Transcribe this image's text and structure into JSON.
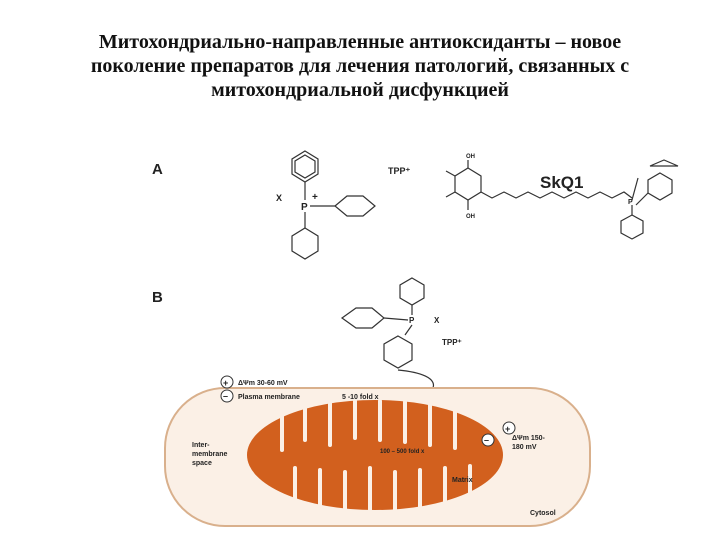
{
  "title": {
    "line1": "Митохондриально-направленные антиоксиданты – новое",
    "line2": "поколение препаратов для лечения патологий, связанных с",
    "line3": "митохондриальной дисфункцией"
  },
  "figure": {
    "panel_a": "A",
    "panel_b": "B",
    "tpp_label": "TPP⁺",
    "skq1_label": "SkQ1",
    "x_label": "X",
    "p_label": "P",
    "plus": "+",
    "oh_label": "OH",
    "membrane_potential": "ΔΨm 30-60 mV",
    "plasma_membrane": "Plasma membrane",
    "fold_outer": "5 -10 fold x",
    "fold_inner": "100 – 500 fold x",
    "intermembrane_1": "Inter-",
    "intermembrane_2": "membrane",
    "intermembrane_3": "space",
    "matrix_potential_1": "ΔΨm 150-",
    "matrix_potential_2": "180 mV",
    "matrix": "Matrix",
    "cytosol": "Cytosol",
    "sign_plus": "+",
    "sign_minus": "–",
    "colors": {
      "mito": "#d2601e",
      "cell_fill": "#fbf0e6",
      "cell_border": "#d9b08c",
      "blue_label": "#1a3aa0"
    }
  }
}
